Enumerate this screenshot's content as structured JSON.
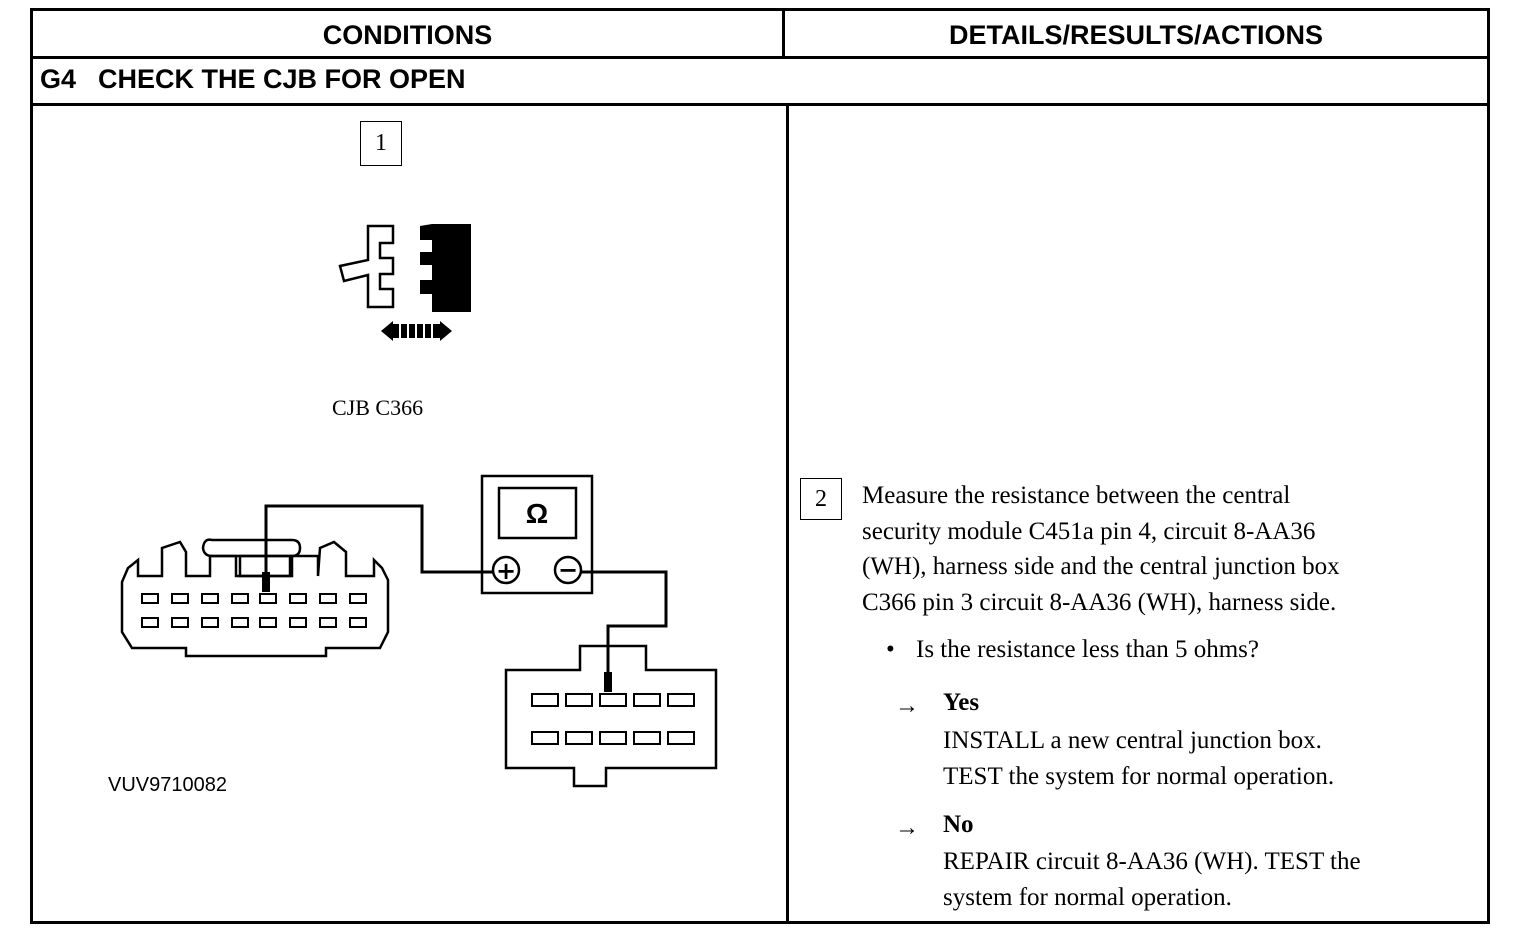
{
  "header": {
    "conditions_label": "CONDITIONS",
    "details_label": "DETAILS/RESULTS/ACTIONS"
  },
  "step": {
    "code": "G4",
    "title": "CHECK THE CJB FOR OPEN"
  },
  "illustration": {
    "step1_number": "1",
    "connector_label": "CJB C366",
    "meter_symbol": "Ω",
    "plus_symbol": "+",
    "minus_symbol": "−",
    "figure_id": "VUV9710082"
  },
  "instructions": {
    "step2_number": "2",
    "paragraph_lines": [
      "Measure the resistance between the central",
      "security module C451a pin 4, circuit 8-AA36",
      "(WH), harness side and the central junction box",
      "C366 pin 3 circuit 8-AA36 (WH), harness side."
    ],
    "bullet_symbol": "•",
    "question": "Is the resistance less than 5 ohms?",
    "arrow_symbol": "→",
    "yes": {
      "label": "Yes",
      "lines": [
        "INSTALL a new central junction box.",
        "TEST the system for normal operation."
      ]
    },
    "no": {
      "label": "No",
      "lines": [
        "REPAIR circuit 8-AA36 (WH). TEST the",
        "system for normal operation."
      ]
    }
  }
}
